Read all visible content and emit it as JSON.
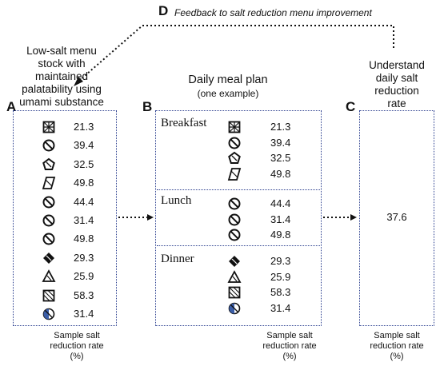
{
  "feedback": {
    "letter": "D",
    "text": "Feedback to salt reduction menu improvement"
  },
  "panel_a": {
    "letter": "A",
    "heading": [
      "Low-salt menu",
      "stock with",
      "maintained",
      "palatability using",
      "umami substance"
    ],
    "items": [
      {
        "icon": "cross-square-icon",
        "value": "21.3"
      },
      {
        "icon": "slashed-circle-icon",
        "value": "39.4"
      },
      {
        "icon": "pentagon-icon",
        "value": "32.5"
      },
      {
        "icon": "parallelogram-icon",
        "value": "49.8"
      },
      {
        "icon": "slashed-circle-icon",
        "value": "44.4"
      },
      {
        "icon": "slashed-circle-icon",
        "value": "31.4"
      },
      {
        "icon": "slashed-circle-icon",
        "value": "49.8"
      },
      {
        "icon": "diamond-icon",
        "value": "29.3"
      },
      {
        "icon": "triangle-icon",
        "value": "25.9"
      },
      {
        "icon": "slashed-square-icon",
        "value": "58.3"
      },
      {
        "icon": "half-circle-icon",
        "value": "31.4"
      }
    ],
    "footer": [
      "Sample salt",
      "reduction rate",
      "(%)"
    ]
  },
  "panel_b": {
    "letter": "B",
    "heading": "Daily meal plan",
    "subheading": "(one example)",
    "meals": [
      {
        "name": "Breakfast",
        "items": [
          {
            "icon": "cross-square-icon",
            "value": "21.3"
          },
          {
            "icon": "slashed-circle-icon",
            "value": "39.4"
          },
          {
            "icon": "pentagon-icon",
            "value": "32.5"
          },
          {
            "icon": "parallelogram-icon",
            "value": "49.8"
          }
        ]
      },
      {
        "name": "Lunch",
        "items": [
          {
            "icon": "slashed-circle-icon",
            "value": "44.4"
          },
          {
            "icon": "slashed-circle-icon",
            "value": "31.4"
          },
          {
            "icon": "slashed-circle-icon",
            "value": "49.8"
          }
        ]
      },
      {
        "name": "Dinner",
        "items": [
          {
            "icon": "diamond-icon",
            "value": "29.3"
          },
          {
            "icon": "triangle-icon",
            "value": "25.9"
          },
          {
            "icon": "slashed-square-icon",
            "value": "58.3"
          },
          {
            "icon": "half-circle-icon",
            "value": "31.4"
          }
        ]
      }
    ],
    "footer": [
      "Sample salt",
      "reduction rate",
      "(%)"
    ]
  },
  "panel_c": {
    "letter": "C",
    "heading": [
      "Understand",
      "daily salt",
      "reduction",
      "rate"
    ],
    "value": "37.6",
    "footer": [
      "Sample salt",
      "reduction rate",
      "(%)"
    ]
  },
  "colors": {
    "border": "#2b3f8f",
    "icon_accent": "#3b5ea8",
    "text": "#111111"
  }
}
